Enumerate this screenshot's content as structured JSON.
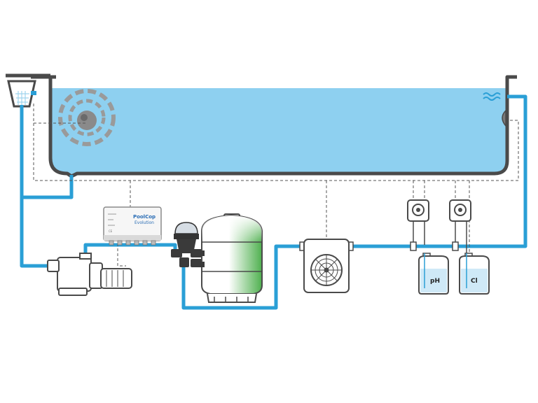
{
  "controller": {
    "brand_line1": "PoolCop",
    "brand_line2": "Evolution",
    "small_text": "CE"
  },
  "canisters": {
    "ph_label": "pH",
    "cl_label": "Cl"
  },
  "colors": {
    "pipe": "#2a9fd6",
    "water": "#8ed0f0",
    "outline": "#4a4a4a",
    "cable": "#555555",
    "filter_media": "#5cb85c",
    "controller_brand": "#2a6db5"
  },
  "icons": {
    "skimmer": "skimmer-basket-icon",
    "cleaner": "robot-cleaner-icon",
    "waves": "water-level-waves-icon",
    "valve": "multiport-valve-icon",
    "fan": "heat-pump-fan-icon",
    "dosing_pump": "peristaltic-pump-icon"
  }
}
